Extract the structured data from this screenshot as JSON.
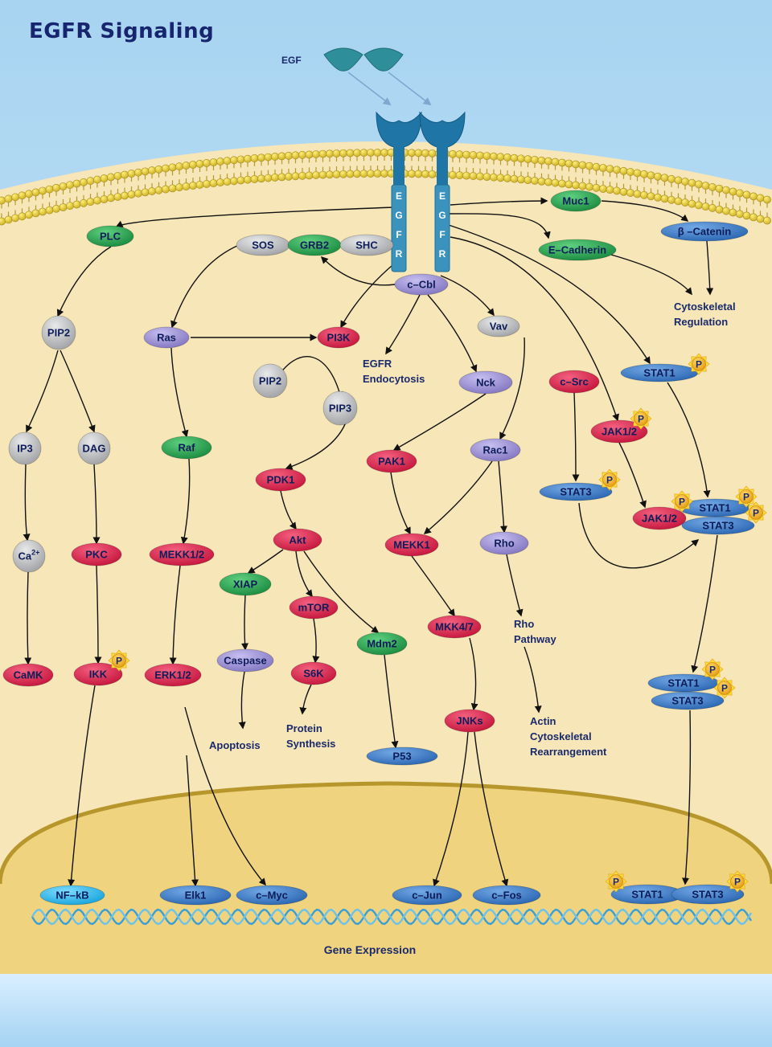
{
  "title": "EGFR Signaling",
  "colors": {
    "green": "#21a04a",
    "gray": "#b3b5b7",
    "purple": "#9a8fd0",
    "red": "#dc1b47",
    "blue": "#3a79c8",
    "cyan": "#29b9ea",
    "background": "#f6e6b8",
    "nucleus": "#efd37e",
    "receptor": "#1f76a6",
    "text": "#1a2a6c"
  },
  "labels": {
    "egf": "EGF",
    "egfr_letters": [
      "E",
      "G",
      "F",
      "R"
    ],
    "egfr_endocytosis": [
      "EGFR",
      "Endocytosis"
    ],
    "cytoskeletal_regulation": [
      "Cytoskeletal",
      "Regulation"
    ],
    "apoptosis": "Apoptosis",
    "protein_synthesis": [
      "Protein",
      "Synthesis"
    ],
    "rho_pathway": [
      "Rho",
      "Pathway"
    ],
    "actin": [
      "Actin",
      "Cytoskeletal",
      "Rearrangement"
    ],
    "gene_expression": "Gene Expression",
    "phospho": "P"
  },
  "nodes": [
    {
      "id": "plc",
      "label": "PLC",
      "color": "green"
    },
    {
      "id": "sos",
      "label": "SOS",
      "color": "gray"
    },
    {
      "id": "grb2",
      "label": "GRB2",
      "color": "green"
    },
    {
      "id": "shc",
      "label": "SHC",
      "color": "gray"
    },
    {
      "id": "muc1",
      "label": "Muc1",
      "color": "green"
    },
    {
      "id": "bcat",
      "label": "β –Catenin",
      "color": "blue"
    },
    {
      "id": "ecad",
      "label": "E–Cadherin",
      "color": "green"
    },
    {
      "id": "ccbl",
      "label": "c–Cbl",
      "color": "purple"
    },
    {
      "id": "pip2a",
      "label": "PIP2",
      "color": "gray"
    },
    {
      "id": "ras",
      "label": "Ras",
      "color": "purple"
    },
    {
      "id": "pi3k",
      "label": "PI3K",
      "color": "red"
    },
    {
      "id": "vav",
      "label": "Vav",
      "color": "gray"
    },
    {
      "id": "pip2b",
      "label": "PIP2",
      "color": "gray"
    },
    {
      "id": "pip3",
      "label": "PIP3",
      "color": "gray"
    },
    {
      "id": "nck",
      "label": "Nck",
      "color": "purple"
    },
    {
      "id": "csrc",
      "label": "c–Src",
      "color": "red"
    },
    {
      "id": "stat1a",
      "label": "STAT1",
      "color": "blue"
    },
    {
      "id": "jak12a",
      "label": "JAK1/2",
      "color": "red"
    },
    {
      "id": "ip3",
      "label": "IP3",
      "color": "gray"
    },
    {
      "id": "dag",
      "label": "DAG",
      "color": "gray"
    },
    {
      "id": "raf",
      "label": "Raf",
      "color": "green"
    },
    {
      "id": "pak1",
      "label": "PAK1",
      "color": "red"
    },
    {
      "id": "rac1",
      "label": "Rac1",
      "color": "purple"
    },
    {
      "id": "stat3a",
      "label": "STAT3",
      "color": "blue"
    },
    {
      "id": "pdk1",
      "label": "PDK1",
      "color": "red"
    },
    {
      "id": "jak12b",
      "label": "JAK1/2",
      "color": "red"
    },
    {
      "id": "stat1b",
      "label": "STAT1",
      "color": "blue"
    },
    {
      "id": "stat3b",
      "label": "STAT3",
      "color": "blue"
    },
    {
      "id": "akt",
      "label": "Akt",
      "color": "red"
    },
    {
      "id": "ca",
      "label": "Ca",
      "sup": "2+",
      "color": "gray"
    },
    {
      "id": "pkc",
      "label": "PKC",
      "color": "red"
    },
    {
      "id": "mekk12",
      "label": "MEKK1/2",
      "color": "red"
    },
    {
      "id": "mekk1",
      "label": "MEKK1",
      "color": "red"
    },
    {
      "id": "rho",
      "label": "Rho",
      "color": "purple"
    },
    {
      "id": "xiap",
      "label": "XIAP",
      "color": "green"
    },
    {
      "id": "mtor",
      "label": "mTOR",
      "color": "red"
    },
    {
      "id": "mkk47",
      "label": "MKK4/7",
      "color": "red"
    },
    {
      "id": "mdm2",
      "label": "Mdm2",
      "color": "green"
    },
    {
      "id": "camk",
      "label": "CaMK",
      "color": "red"
    },
    {
      "id": "ikk",
      "label": "IKK",
      "color": "red"
    },
    {
      "id": "erk12",
      "label": "ERK1/2",
      "color": "red"
    },
    {
      "id": "caspase",
      "label": "Caspase",
      "color": "purple"
    },
    {
      "id": "s6k",
      "label": "S6K",
      "color": "red"
    },
    {
      "id": "stat1c",
      "label": "STAT1",
      "color": "blue"
    },
    {
      "id": "stat3c",
      "label": "STAT3",
      "color": "blue"
    },
    {
      "id": "jnks",
      "label": "JNKs",
      "color": "red"
    },
    {
      "id": "p53",
      "label": "P53",
      "color": "blue"
    },
    {
      "id": "nfkb",
      "label": "NF–kB",
      "color": "cyan"
    },
    {
      "id": "elk1",
      "label": "Elk1",
      "color": "blue"
    },
    {
      "id": "cmyc",
      "label": "c–Myc",
      "color": "blue"
    },
    {
      "id": "cjun",
      "label": "c–Jun",
      "color": "blue"
    },
    {
      "id": "cfos",
      "label": "c–Fos",
      "color": "blue"
    },
    {
      "id": "stat1d",
      "label": "STAT1",
      "color": "blue"
    },
    {
      "id": "stat3d",
      "label": "STAT3",
      "color": "blue"
    }
  ]
}
